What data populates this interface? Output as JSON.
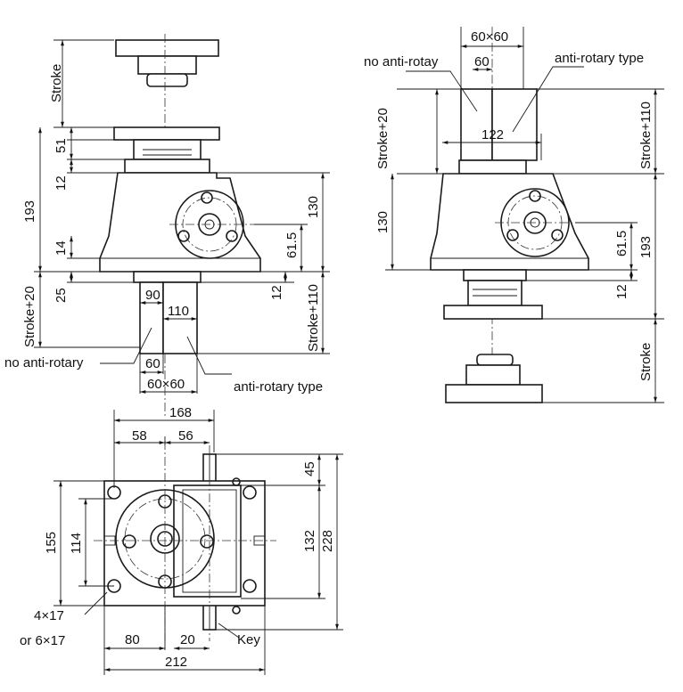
{
  "view_left": {
    "stroke": "Stroke",
    "d51": "51",
    "d12_top": "12",
    "d193": "193",
    "d14": "14",
    "d130": "130",
    "d61_5": "61.5",
    "stroke_plus_20": "Stroke+20",
    "d25": "25",
    "d12_bottom": "12",
    "d90": "90",
    "d110": "110",
    "stroke_plus_110": "Stroke+110",
    "no_anti_rotary": "no anti-rotary",
    "d60": "60",
    "d60x60": "60×60",
    "anti_rotary_type": "anti-rotary type"
  },
  "view_right": {
    "d60x60": "60×60",
    "no_anti_rotay": "no anti-rotay",
    "d60": "60",
    "anti_rotary_type": "anti-rotary type",
    "stroke_plus_20": "Stroke+20",
    "d122": "122",
    "stroke_plus_110": "Stroke+110",
    "d130": "130",
    "d61_5": "61.5",
    "d193": "193",
    "d12": "12",
    "stroke": "Stroke"
  },
  "view_plan": {
    "d168": "168",
    "d58": "58",
    "d56": "56",
    "d45": "45",
    "d155": "155",
    "d114": "114",
    "d132": "132",
    "d228": "228",
    "holes_a": "4×17",
    "holes_b": "or 6×17",
    "d80": "80",
    "d20": "20",
    "key": "Key",
    "d212": "212"
  }
}
